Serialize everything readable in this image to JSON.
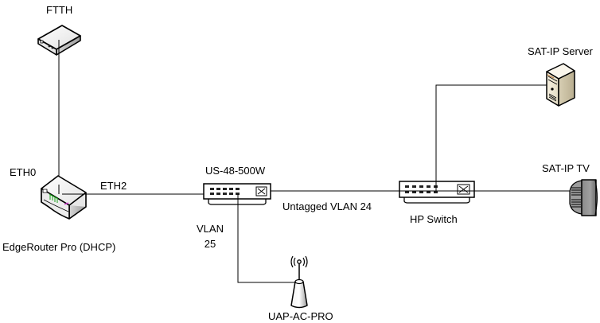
{
  "diagram": {
    "title": "Home network topology",
    "nodes": [
      {
        "id": "ftth",
        "label": "FTTH",
        "type": "modem-icon"
      },
      {
        "id": "edgerouter",
        "label": "EdgeRouter Pro (DHCP)",
        "type": "router-icon"
      },
      {
        "id": "us48",
        "label": "US-48-500W",
        "type": "switch-icon"
      },
      {
        "id": "hpswitch",
        "label": "HP Switch",
        "type": "switch-icon"
      },
      {
        "id": "satipserver",
        "label": "SAT-IP Server",
        "type": "server-icon"
      },
      {
        "id": "satiptv",
        "label": "SAT-IP TV",
        "type": "tv-icon"
      },
      {
        "id": "uap",
        "label": "UAP-AC-PRO",
        "type": "wireless-ap-icon"
      }
    ],
    "links": [
      {
        "from": "ftth",
        "to": "edgerouter",
        "label": "ETH0"
      },
      {
        "from": "edgerouter",
        "to": "us48",
        "label": "ETH2"
      },
      {
        "from": "us48",
        "to": "hpswitch",
        "label": "Untagged VLAN 24"
      },
      {
        "from": "us48",
        "to": "uap",
        "label_line1": "VLAN",
        "label_line2": "25"
      },
      {
        "from": "hpswitch",
        "to": "satipserver",
        "label": ""
      },
      {
        "from": "hpswitch",
        "to": "satiptv",
        "label": ""
      }
    ]
  }
}
